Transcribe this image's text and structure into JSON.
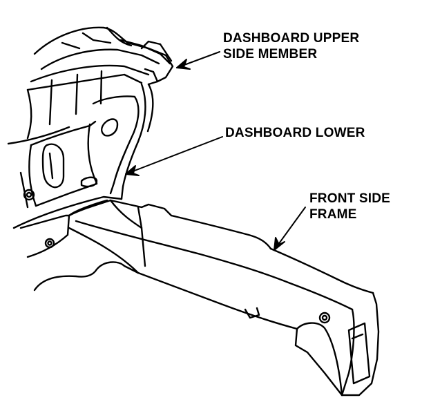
{
  "colors": {
    "ink": "#000000",
    "paper": "#ffffff"
  },
  "labels": {
    "dashboard_upper": [
      "DASHBOARD UPPER",
      "SIDE MEMBER"
    ],
    "dashboard_lower": [
      "DASHBOARD LOWER"
    ],
    "front_side_frame": [
      "FRONT SIDE",
      "FRAME"
    ]
  }
}
